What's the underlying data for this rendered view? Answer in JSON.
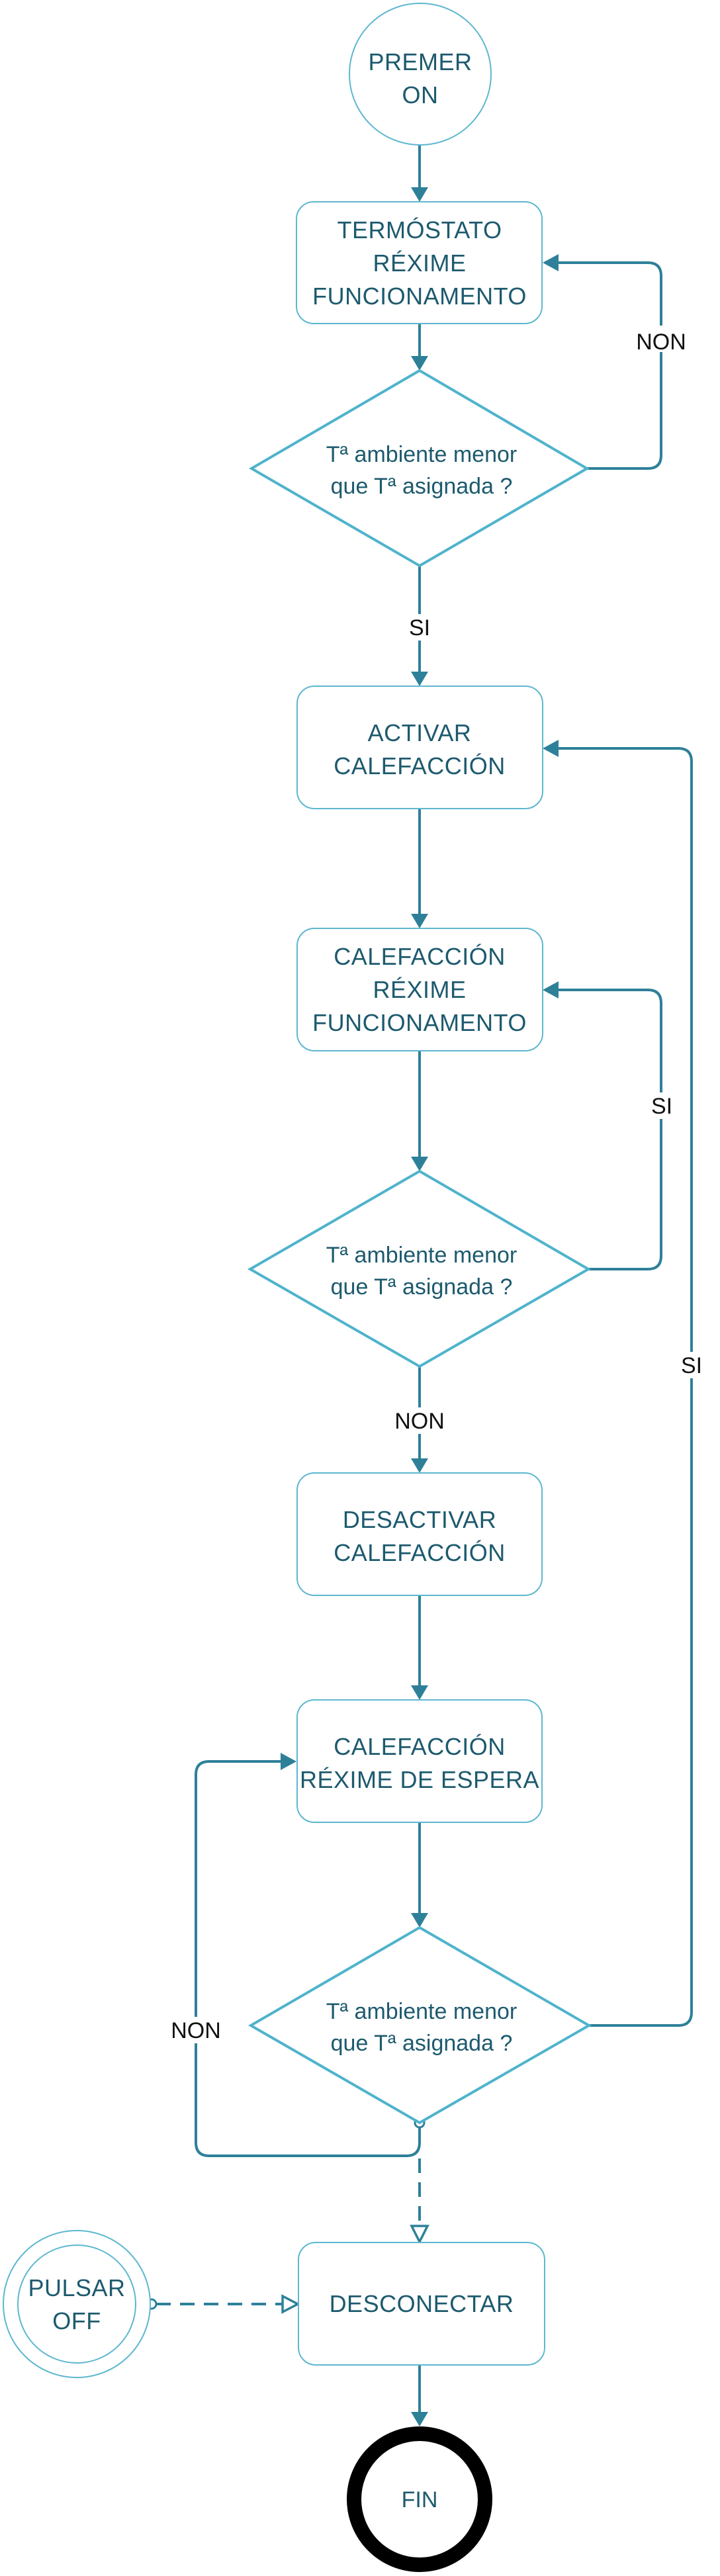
{
  "diagram": {
    "type": "flowchart",
    "colors": {
      "edge": "#2e8099",
      "node_border": "#5db7cf",
      "text": "#1d5a6e",
      "label": "#111111",
      "end_ring": "#000000"
    },
    "nodes": {
      "start": {
        "lines": [
          "PREMER",
          "ON"
        ],
        "kind": "start-event"
      },
      "thermostat": {
        "lines": [
          "TERMÓSTATO",
          "RÉXIME",
          "FUNCIONAMENTO"
        ],
        "kind": "process"
      },
      "decision1": {
        "lines": [
          "Tª ambiente menor",
          "que Tª asignada ?"
        ],
        "kind": "decision"
      },
      "activate": {
        "lines": [
          "ACTIVAR",
          "CALEFACCIÓN"
        ],
        "kind": "process"
      },
      "heating_running": {
        "lines": [
          "CALEFACCIÓN",
          "RÉXIME",
          "FUNCIONAMENTO"
        ],
        "kind": "process"
      },
      "decision2": {
        "lines": [
          "Tª ambiente menor",
          "que Tª asignada ?"
        ],
        "kind": "decision"
      },
      "deactivate": {
        "lines": [
          "DESACTIVAR",
          "CALEFACCIÓN"
        ],
        "kind": "process"
      },
      "heating_standby": {
        "lines": [
          "CALEFACCIÓN",
          "RÉXIME DE ESPERA"
        ],
        "kind": "process"
      },
      "decision3": {
        "lines": [
          "Tª ambiente menor",
          "que Tª asignada ?"
        ],
        "kind": "decision"
      },
      "pulsar_off": {
        "lines": [
          "PULSAR",
          "OFF"
        ],
        "kind": "intermediate-event"
      },
      "disconnect": {
        "lines": [
          "DESCONECTAR"
        ],
        "kind": "process"
      },
      "end": {
        "lines": [
          "FIN"
        ],
        "kind": "end-event"
      }
    },
    "edge_labels": {
      "d1_no": "NON",
      "d1_yes": "SI",
      "d2_yes": "SI",
      "d2_no": "NON",
      "d3_yes": "SI",
      "d3_no": "NON"
    },
    "edges": [
      {
        "from": "start",
        "to": "thermostat"
      },
      {
        "from": "thermostat",
        "to": "decision1"
      },
      {
        "from": "decision1",
        "to": "thermostat",
        "label": "NON"
      },
      {
        "from": "decision1",
        "to": "activate",
        "label": "SI"
      },
      {
        "from": "activate",
        "to": "heating_running"
      },
      {
        "from": "heating_running",
        "to": "decision2"
      },
      {
        "from": "decision2",
        "to": "heating_running",
        "label": "SI"
      },
      {
        "from": "decision2",
        "to": "deactivate",
        "label": "NON"
      },
      {
        "from": "deactivate",
        "to": "heating_standby"
      },
      {
        "from": "heating_standby",
        "to": "decision3"
      },
      {
        "from": "decision3",
        "to": "activate",
        "label": "SI"
      },
      {
        "from": "decision3",
        "to": "heating_standby",
        "label": "NON"
      },
      {
        "from": "decision3",
        "to": "disconnect",
        "style": "dashed"
      },
      {
        "from": "pulsar_off",
        "to": "disconnect",
        "style": "dashed"
      },
      {
        "from": "disconnect",
        "to": "end"
      }
    ]
  }
}
